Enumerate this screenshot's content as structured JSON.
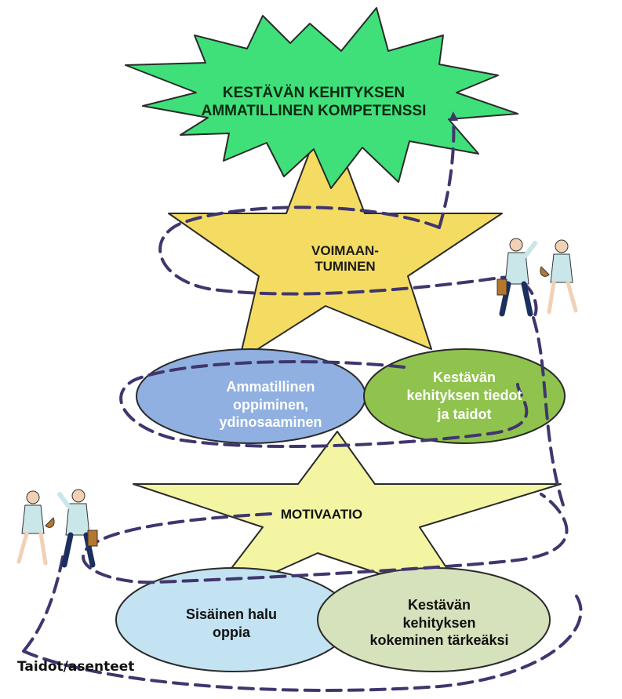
{
  "colors": {
    "top_burst": "#3fe07a",
    "star_upper": "#f4dc63",
    "star_lower": "#f3f5a2",
    "ellipse_blue": "#8fb0e0",
    "ellipse_green": "#8fc34d",
    "ellipse_lightblue": "#c3e2f2",
    "ellipse_sage": "#d6e2bc",
    "dash": "#40366e"
  },
  "top_burst": {
    "line1": "KESTÄVÄN KEHITYKSEN",
    "line2": "AMMATILLINEN KOMPETENSSI"
  },
  "upper_star": {
    "line1": "VOIMAAN-",
    "line2": "TUMINEN"
  },
  "ellipse_left_upper": {
    "line1": "Ammatillinen",
    "line2": "oppiminen,",
    "line3": "ydinosaaminen"
  },
  "ellipse_right_upper": {
    "line1": "Kestävän",
    "line2": "kehityksen tiedot",
    "line3": "ja taidot"
  },
  "lower_star": {
    "label": "MOTIVAATIO"
  },
  "ellipse_left_lower": {
    "line1": "Sisäinen halu",
    "line2": "oppia"
  },
  "ellipse_right_lower": {
    "line1": "Kestävän",
    "line2": "kehityksen",
    "line3": "kokeminen tärkeäksi"
  },
  "corner_label": "Taidot/asenteet",
  "icons": [
    "walking-people-icon-right",
    "walking-people-icon-left",
    "arrowhead-icon"
  ]
}
